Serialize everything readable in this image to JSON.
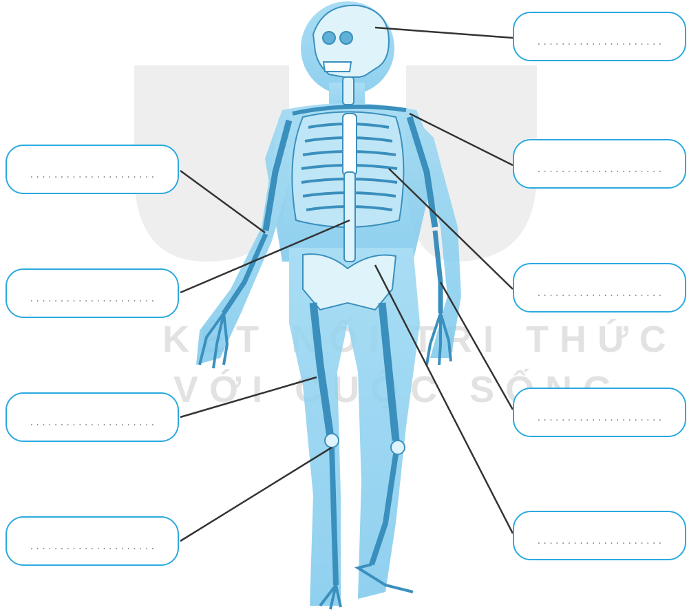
{
  "watermark": {
    "line1": "KẾT NỐI TRI THỨC",
    "line2": "VỚI CUỘC SỐNG"
  },
  "labels": [
    {
      "id": "skull-label",
      "placeholder": "........................"
    },
    {
      "id": "shoulder-label",
      "placeholder": "........................"
    },
    {
      "id": "ribs-label",
      "placeholder": "........................"
    },
    {
      "id": "forearm-label",
      "placeholder": "........................"
    },
    {
      "id": "pelvis-label",
      "placeholder": "........................"
    },
    {
      "id": "elbow-label",
      "placeholder": "........................"
    },
    {
      "id": "spine-label",
      "placeholder": "........................"
    },
    {
      "id": "femur-label",
      "placeholder": "........................"
    },
    {
      "id": "shin-label",
      "placeholder": "........................"
    }
  ],
  "colors": {
    "box_border": "#2aa9df",
    "body_fill": "#8fd3f1",
    "bone": "#d8f1fb",
    "bone_outline": "#3a8fbd",
    "leader_line": "#333333",
    "watermark": "#9a9a9a"
  }
}
